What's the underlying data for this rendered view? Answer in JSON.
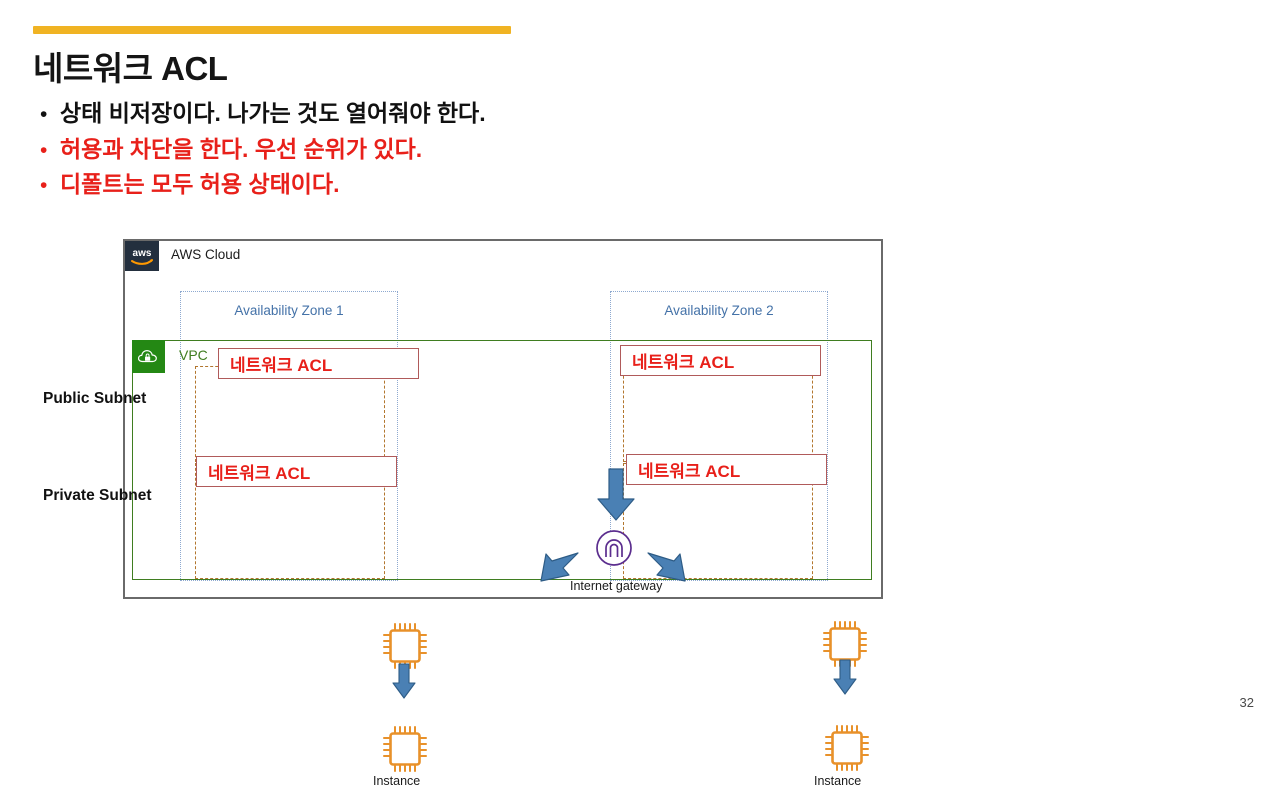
{
  "slide": {
    "title": "네트워크 ACL",
    "accent_color": "#F0B323",
    "page_number": "32",
    "bullets": [
      {
        "text": "상태 비저장이다. 나가는 것도 열어줘야 한다.",
        "color": "#111111",
        "marker": "•"
      },
      {
        "text": "허용과 차단을 한다. 우선 순위가 있다.",
        "color": "#E8201A",
        "marker": "•"
      },
      {
        "text": "디폴트는 모두 허용 상태이다.",
        "color": "#E8201A",
        "marker": "•"
      }
    ]
  },
  "diagram": {
    "cloud_label": "AWS Cloud",
    "aws_logo_text": "aws",
    "vpc_label": "VPC",
    "vpc_color": "#3f7d20",
    "availability_zones": [
      {
        "label": "Availability Zone 1"
      },
      {
        "label": "Availability Zone 2"
      }
    ],
    "az_label_color": "#4472A8",
    "subnet_labels": {
      "public": "Public Subnet",
      "private": "Private Subnet"
    },
    "acl_boxes": [
      {
        "label": "네트워크 ACL",
        "zone": "az1",
        "tier": "public"
      },
      {
        "label": "네트워크 ACL",
        "zone": "az1",
        "tier": "private"
      },
      {
        "label": "네트워크 ACL",
        "zone": "az2",
        "tier": "public"
      },
      {
        "label": "네트워크 ACL",
        "zone": "az2",
        "tier": "private"
      }
    ],
    "acl_text_color": "#E8201A",
    "instances": [
      {
        "caption": ""
      },
      {
        "caption": "Instance"
      },
      {
        "caption": ""
      },
      {
        "caption": "Instance"
      }
    ],
    "instance_captions": [
      "Instance",
      "Instance"
    ],
    "internet_gateway_label": "Internet gateway",
    "arrow_color": "#4A80B4"
  }
}
